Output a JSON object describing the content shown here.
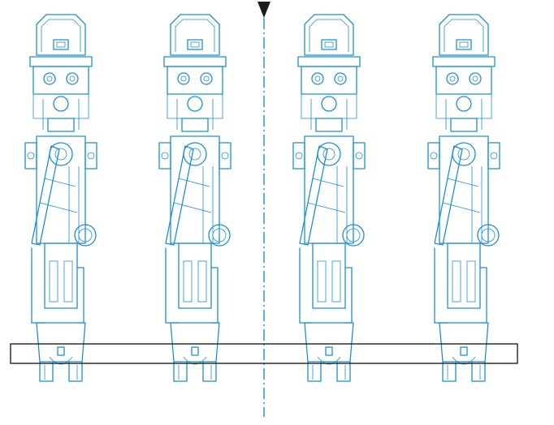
{
  "colors": {
    "background": "#ffffff",
    "linework": "#1f8fd0",
    "centerline": "#1f8fd0",
    "arrow": "#1a1a1a",
    "frame": "#111111"
  },
  "drawing": {
    "unit_count": 4,
    "units": [
      {
        "id": "unit-1"
      },
      {
        "id": "unit-2"
      },
      {
        "id": "unit-3"
      },
      {
        "id": "unit-4"
      }
    ],
    "centerline_style": "dash-dot",
    "arrow_direction": "down",
    "frame_shape": "rectangle"
  }
}
